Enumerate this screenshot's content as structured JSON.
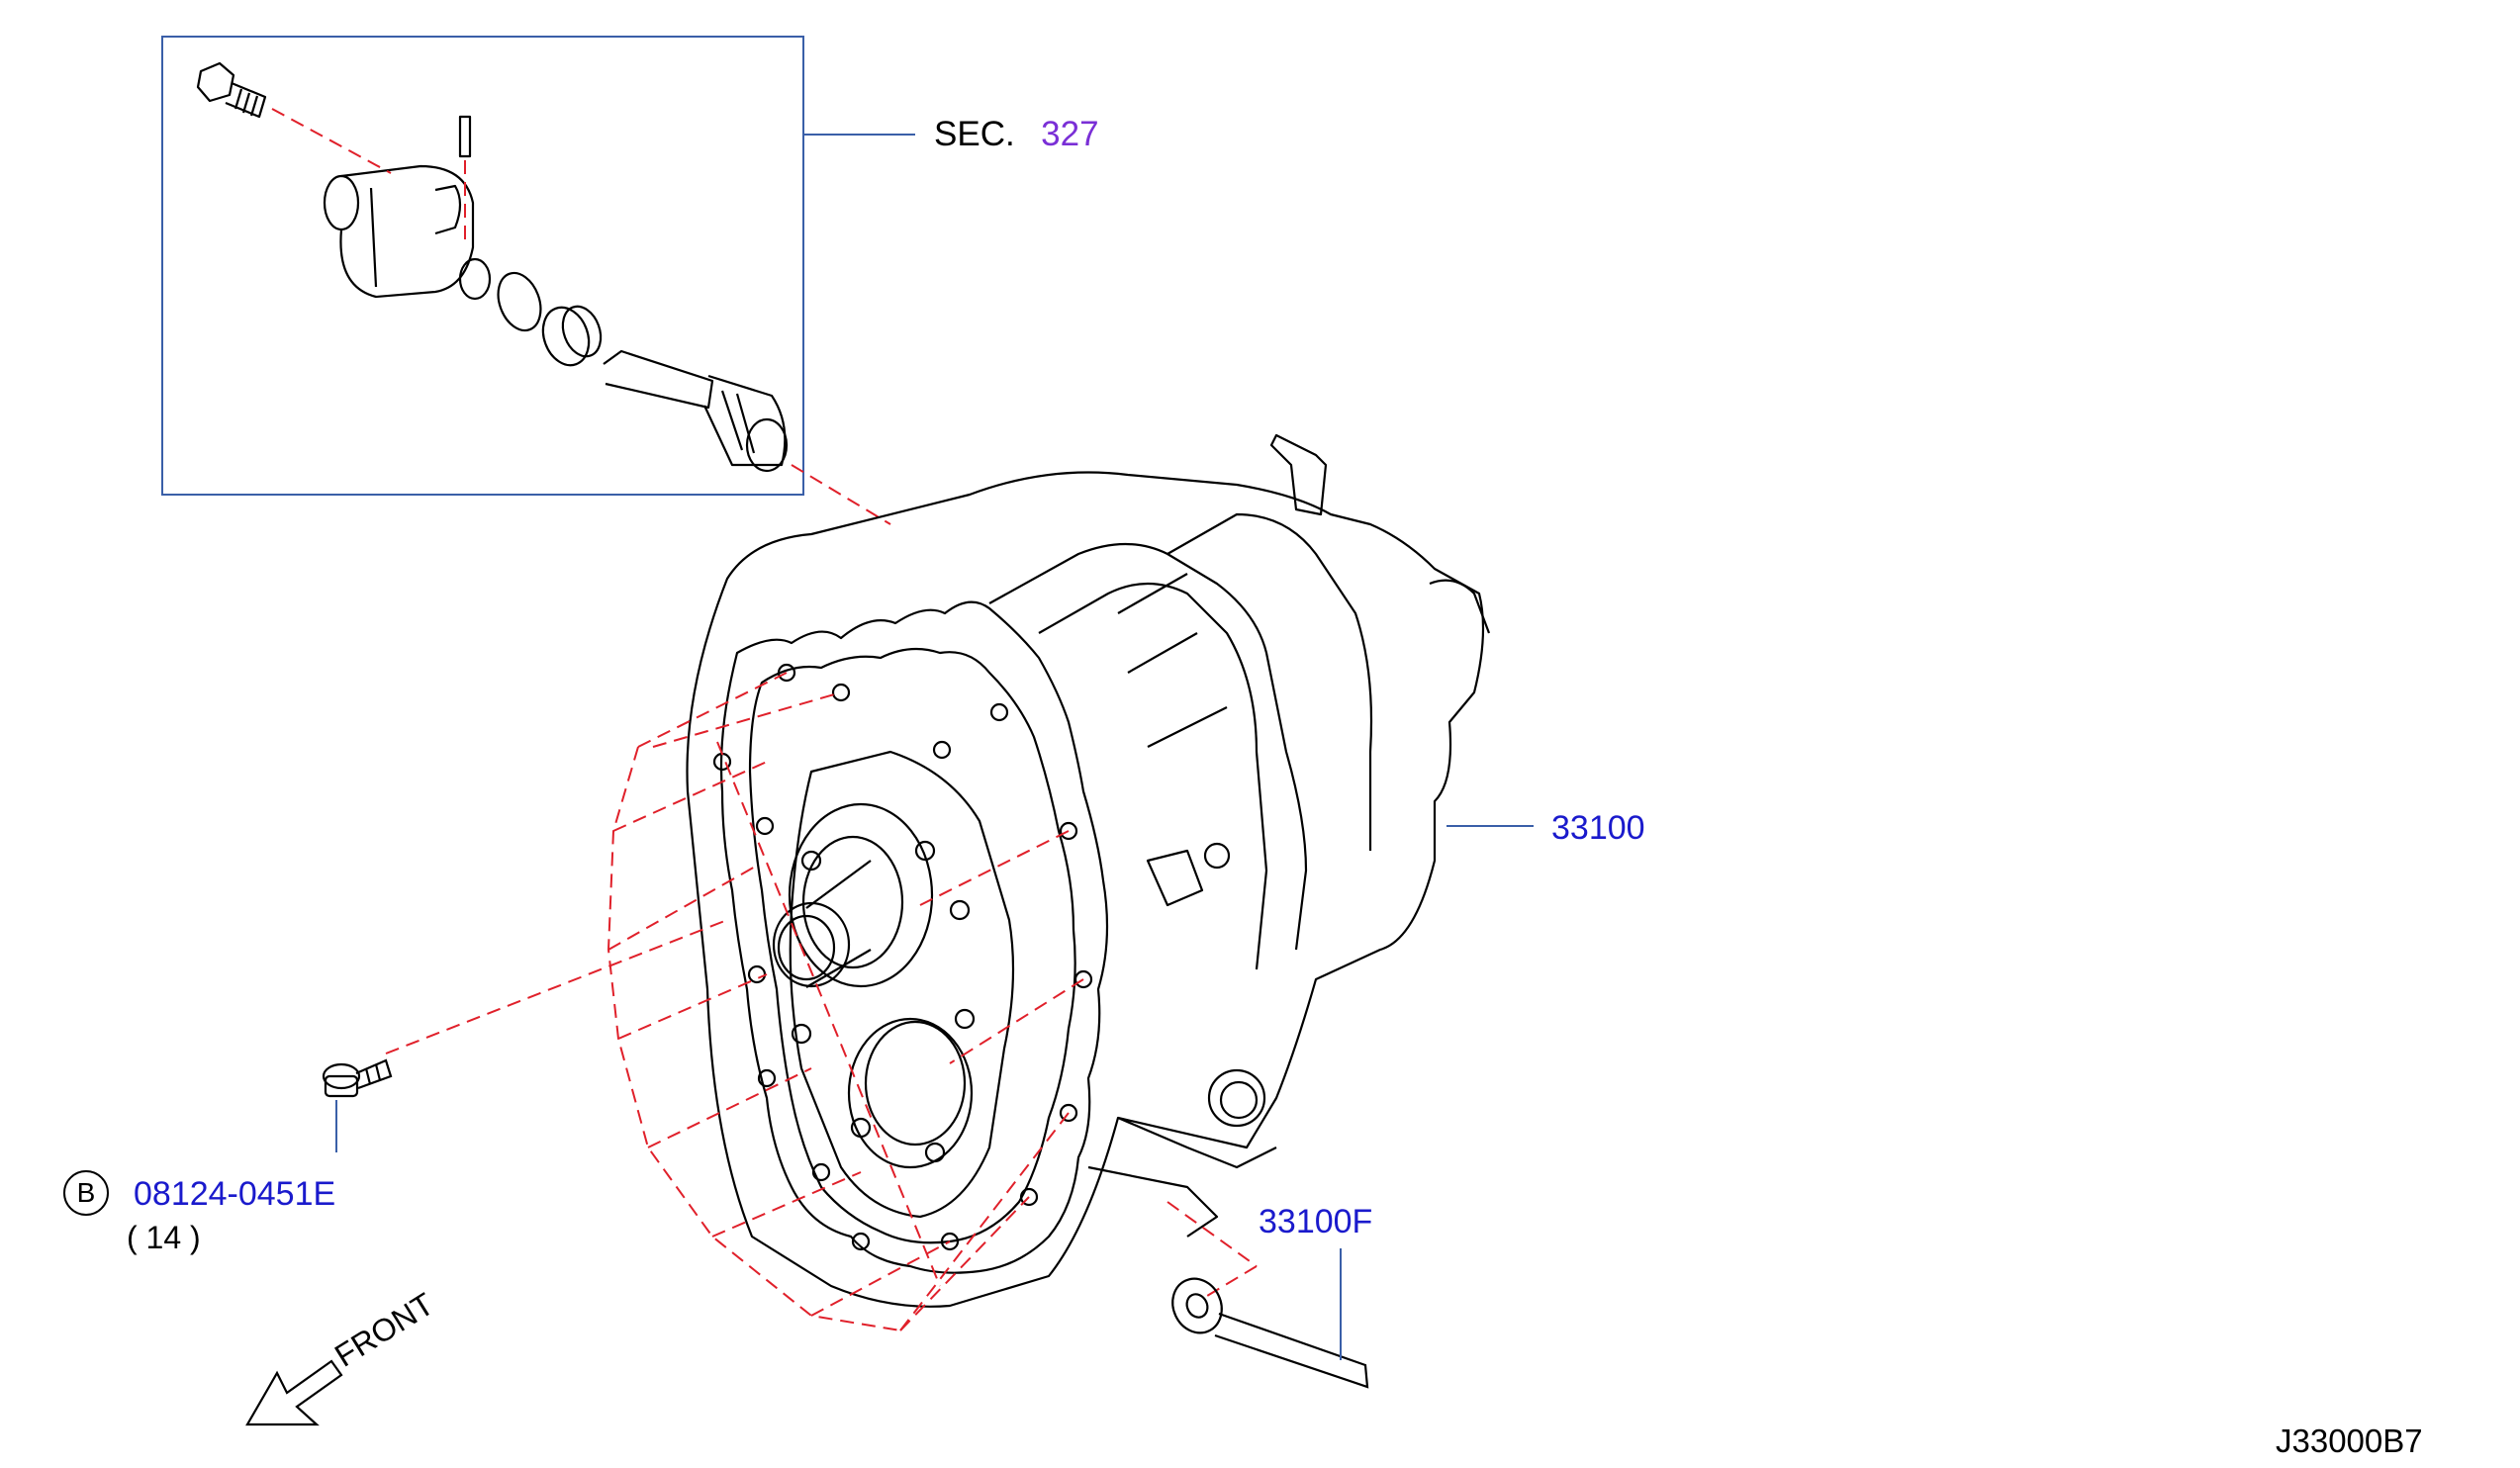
{
  "section_ref": {
    "prefix": "SEC.",
    "number": "327"
  },
  "parts": [
    {
      "id": "transfer-assembly",
      "number": "33100"
    },
    {
      "id": "transfer-harness-bracket",
      "number": "33100F"
    }
  ],
  "bolt": {
    "circle_code": "B",
    "part_number": "08124-0451E",
    "quantity": "( 14 )"
  },
  "direction_label": "FRONT",
  "diagram_code": "J33000B7",
  "colors": {
    "callout": "#1a1acc",
    "section_link": "#7a2fd6",
    "leader_dashed": "#e0202a",
    "inset_border": "#3a5fa8"
  }
}
